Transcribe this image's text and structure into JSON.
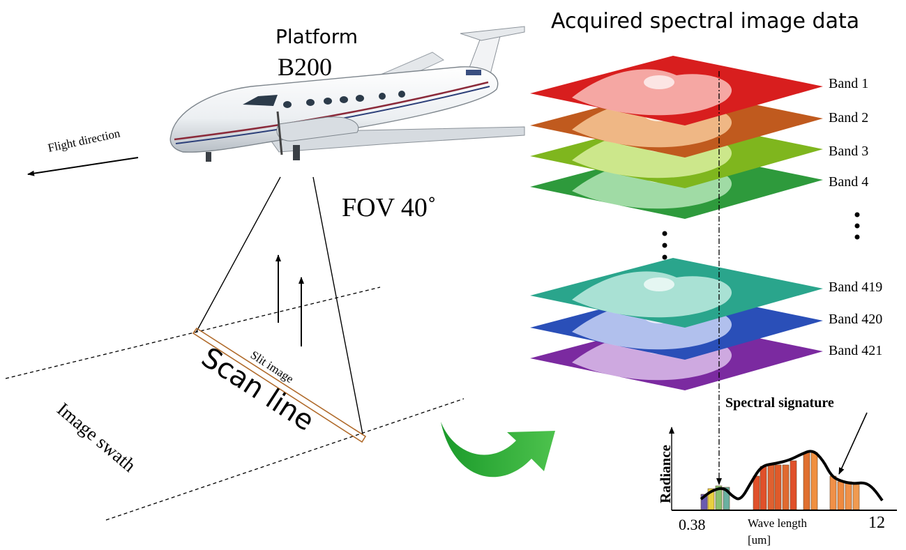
{
  "platform": {
    "label": "Platform",
    "model": "B200"
  },
  "flight_direction": "Flight direction",
  "fov": "FOV 40˚",
  "slit_image": "Slit image",
  "scan_line": "Scan line",
  "image_swath": "Image swath",
  "cube": {
    "title": "Acquired spectral image data",
    "bands": [
      {
        "label": "Band 1",
        "color": "#d81e1e",
        "light": "#ffd6d0"
      },
      {
        "label": "Band 2",
        "color": "#c05a1e",
        "light": "#ffd7a8"
      },
      {
        "label": "Band 3",
        "color": "#7fb61e",
        "light": "#e6f7b0"
      },
      {
        "label": "Band 4",
        "color": "#2e9a3c",
        "light": "#c7f0c8"
      },
      {
        "label": "Band 419",
        "color": "#2aa58c",
        "light": "#d4f5ec"
      },
      {
        "label": "Band 420",
        "color": "#2a4fb8",
        "light": "#dfe6ff"
      },
      {
        "label": "Band 421",
        "color": "#7b2aa0",
        "light": "#ead4f5"
      }
    ]
  },
  "signature": {
    "title": "Spectral signature",
    "ylabel": "Radiance",
    "xlabel": "Wave length",
    "unit": "[um]",
    "xmin": "0.38",
    "xmax": "12",
    "bars": [
      {
        "value": 0.22,
        "color": "#6a5ab0"
      },
      {
        "value": 0.3,
        "color": "#e8d040"
      },
      {
        "value": 0.34,
        "color": "#88c070"
      },
      {
        "value": 0.32,
        "color": "#6ab0a0"
      },
      {
        "value": 0.48,
        "color": "#e0502a"
      },
      {
        "value": 0.62,
        "color": "#e0502a"
      },
      {
        "value": 0.64,
        "color": "#e06030"
      },
      {
        "value": 0.64,
        "color": "#e05a2a"
      },
      {
        "value": 0.64,
        "color": "#e06a30"
      },
      {
        "value": 0.7,
        "color": "#e0502a"
      },
      {
        "value": 0.82,
        "color": "#e07030"
      },
      {
        "value": 0.82,
        "color": "#f09040"
      },
      {
        "value": 0.48,
        "color": "#f09048"
      },
      {
        "value": 0.4,
        "color": "#f08a40"
      },
      {
        "value": 0.4,
        "color": "#f09048"
      },
      {
        "value": 0.36,
        "color": "#f09a50"
      }
    ]
  }
}
